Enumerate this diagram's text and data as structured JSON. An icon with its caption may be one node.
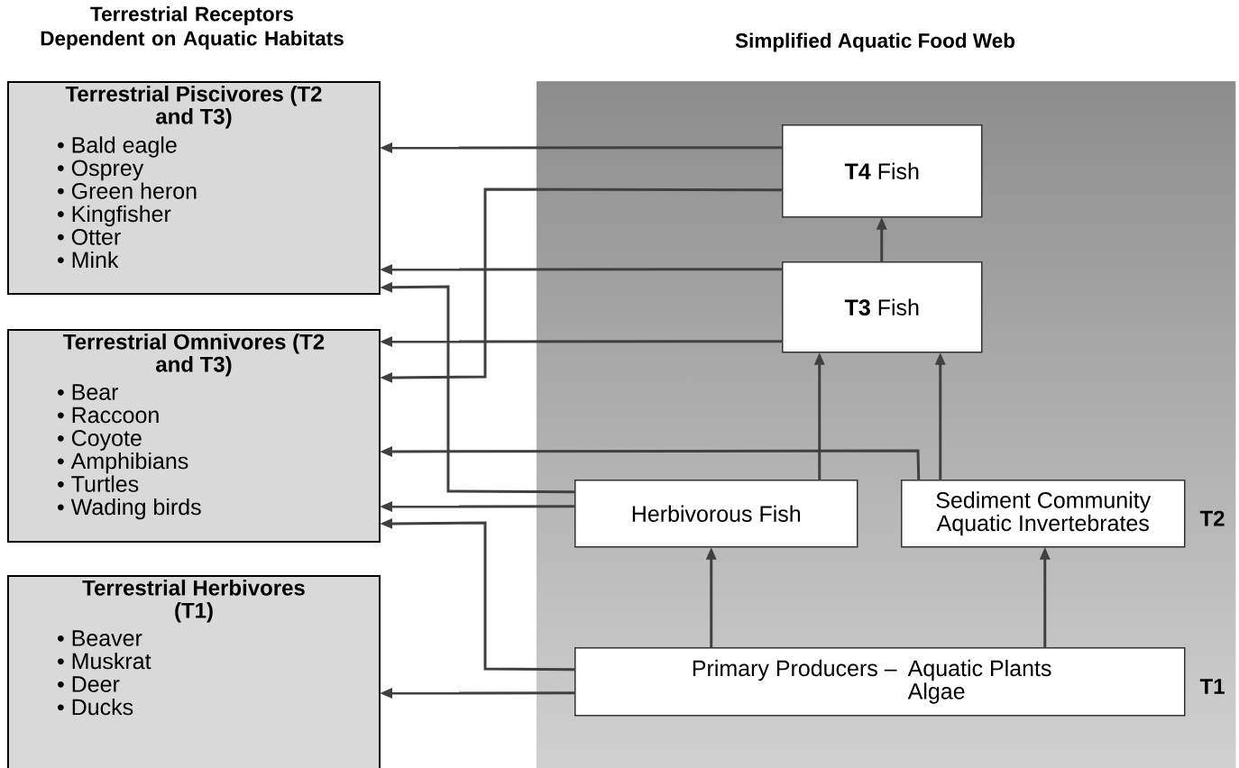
{
  "diagram": {
    "title": "Terrestrial Receptors Dependent on Aquatic Habitats",
    "nodes": [
      {
        "text": [
          "Terrestrial Piscivores (T2 and T3)",
          "• Bald eagle",
          "• Osprey",
          "• Green heron",
          "• Kingfisher",
          "• Otter",
          "• Mink"
        ]
      },
      {
        "text": [
          "Terrestrial Omnivores (T2 and T3)",
          "• Bear",
          "• Raccoon",
          "• Coyote",
          "• Amphibians",
          "• Turtles",
          "• Wading birds"
        ]
      },
      {
        "text": [
          "Terrestrial Herbivores (T1)",
          "• Beaver",
          "• Muskrat",
          "• Deer",
          "• Ducks"
        ]
      },
      {
        "text": [
          "Simplified Aquatic Food Web"
        ]
      },
      {
        "text": [
          "**T4** Fish"
        ],
        "in": 3
      },
      {
        "text": [
          "**T3** Fish"
        ],
        "in": 3
      },
      {
        "text": [
          "Herbivorous Fish"
        ],
        "in": 3
      },
      {
        "text": [
          "Sediment Community Aquatic Invertebrates"
        ],
        "in": 3,
        "beside": [
          "T2"
        ]
      },
      {
        "text": [
          "Primary Producers –",
          "Aquatic Plants Algae"
        ],
        "in": 3,
        "beside": [
          "T1"
        ]
      }
    ],
    "edges": [
      {
        "from": 4,
        "to": 0,
        "arrow": "to"
      },
      {
        "from": 4,
        "to": 1,
        "arrow": "to"
      },
      {
        "from": 5,
        "to": 4,
        "arrow": "to"
      },
      {
        "from": 5,
        "to": 0,
        "arrow": "to"
      },
      {
        "from": 5,
        "to": 1,
        "arrow": "to"
      },
      {
        "from": 6,
        "to": 0,
        "arrow": "to"
      },
      {
        "from": 6,
        "to": 1,
        "arrow": "to"
      },
      {
        "from": 6,
        "to": 5,
        "arrow": "to"
      },
      {
        "from": 7,
        "to": 5,
        "arrow": "to"
      },
      {
        "from": 7,
        "to": 1,
        "arrow": "to"
      },
      {
        "from": 8,
        "to": 6,
        "arrow": "to"
      },
      {
        "from": 8,
        "to": 7,
        "arrow": "to"
      },
      {
        "from": 8,
        "to": 1,
        "arrow": "to"
      },
      {
        "from": 8,
        "to": 2,
        "arrow": "to"
      }
    ]
  }
}
